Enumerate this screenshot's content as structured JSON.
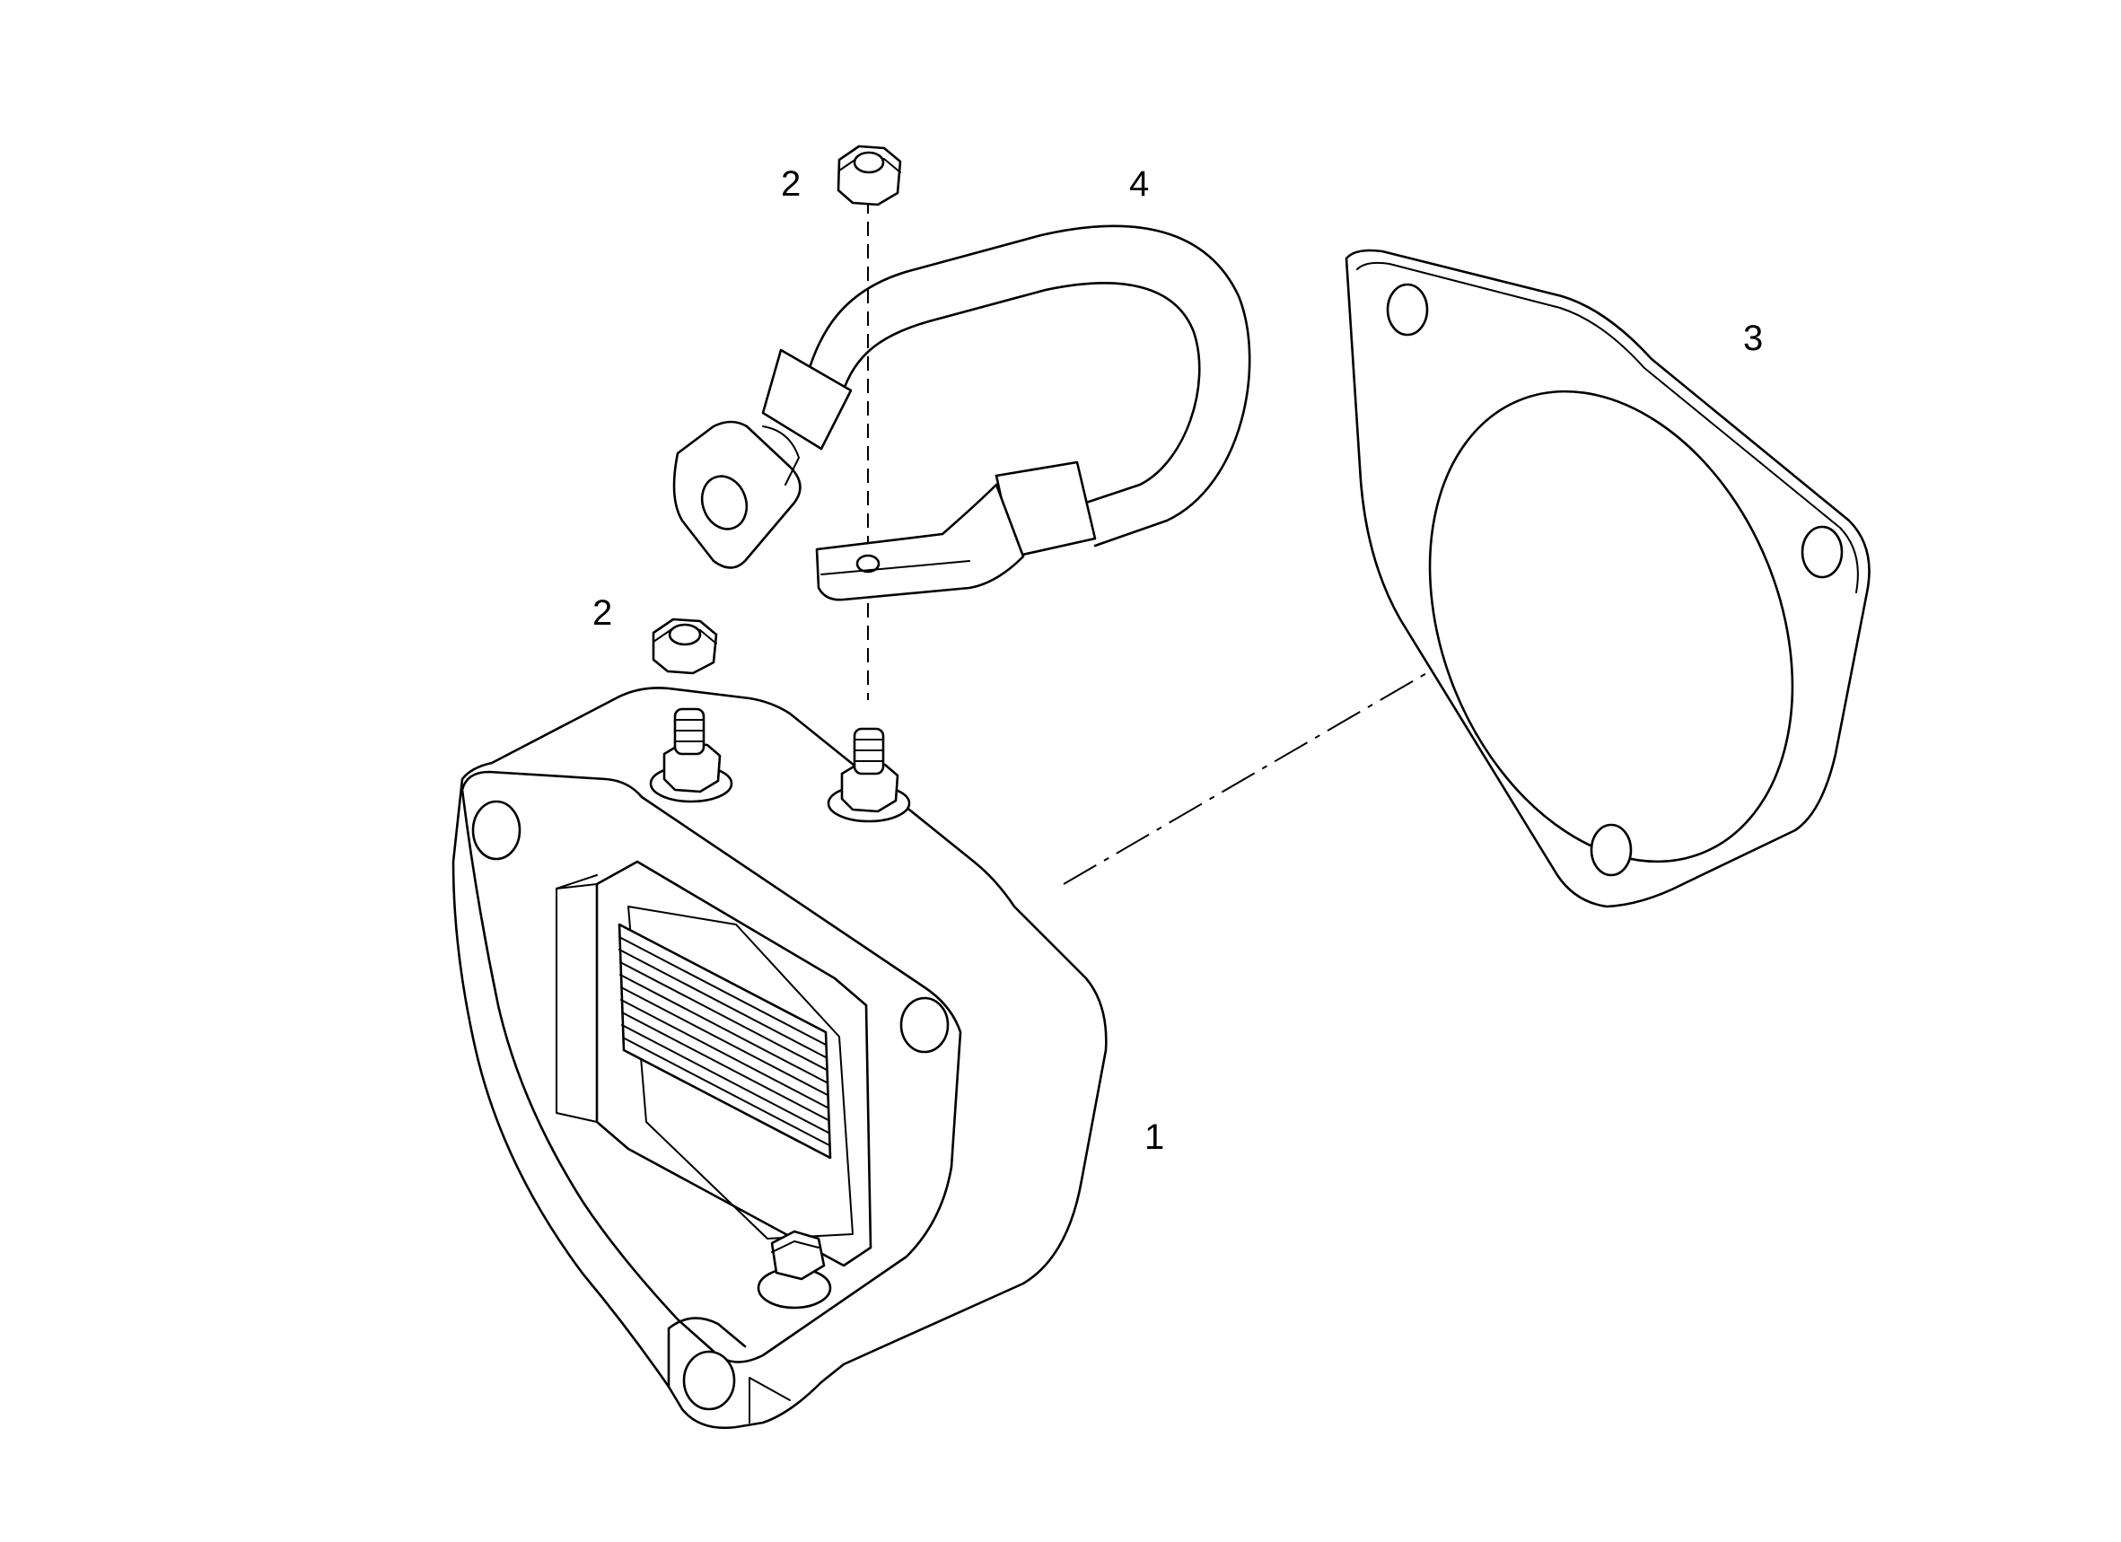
{
  "callouts": {
    "c1": "1",
    "c2a": "2",
    "c2b": "2",
    "c3": "3",
    "c4": "4"
  },
  "colors": {
    "line": "#000000",
    "background": "#ffffff"
  }
}
